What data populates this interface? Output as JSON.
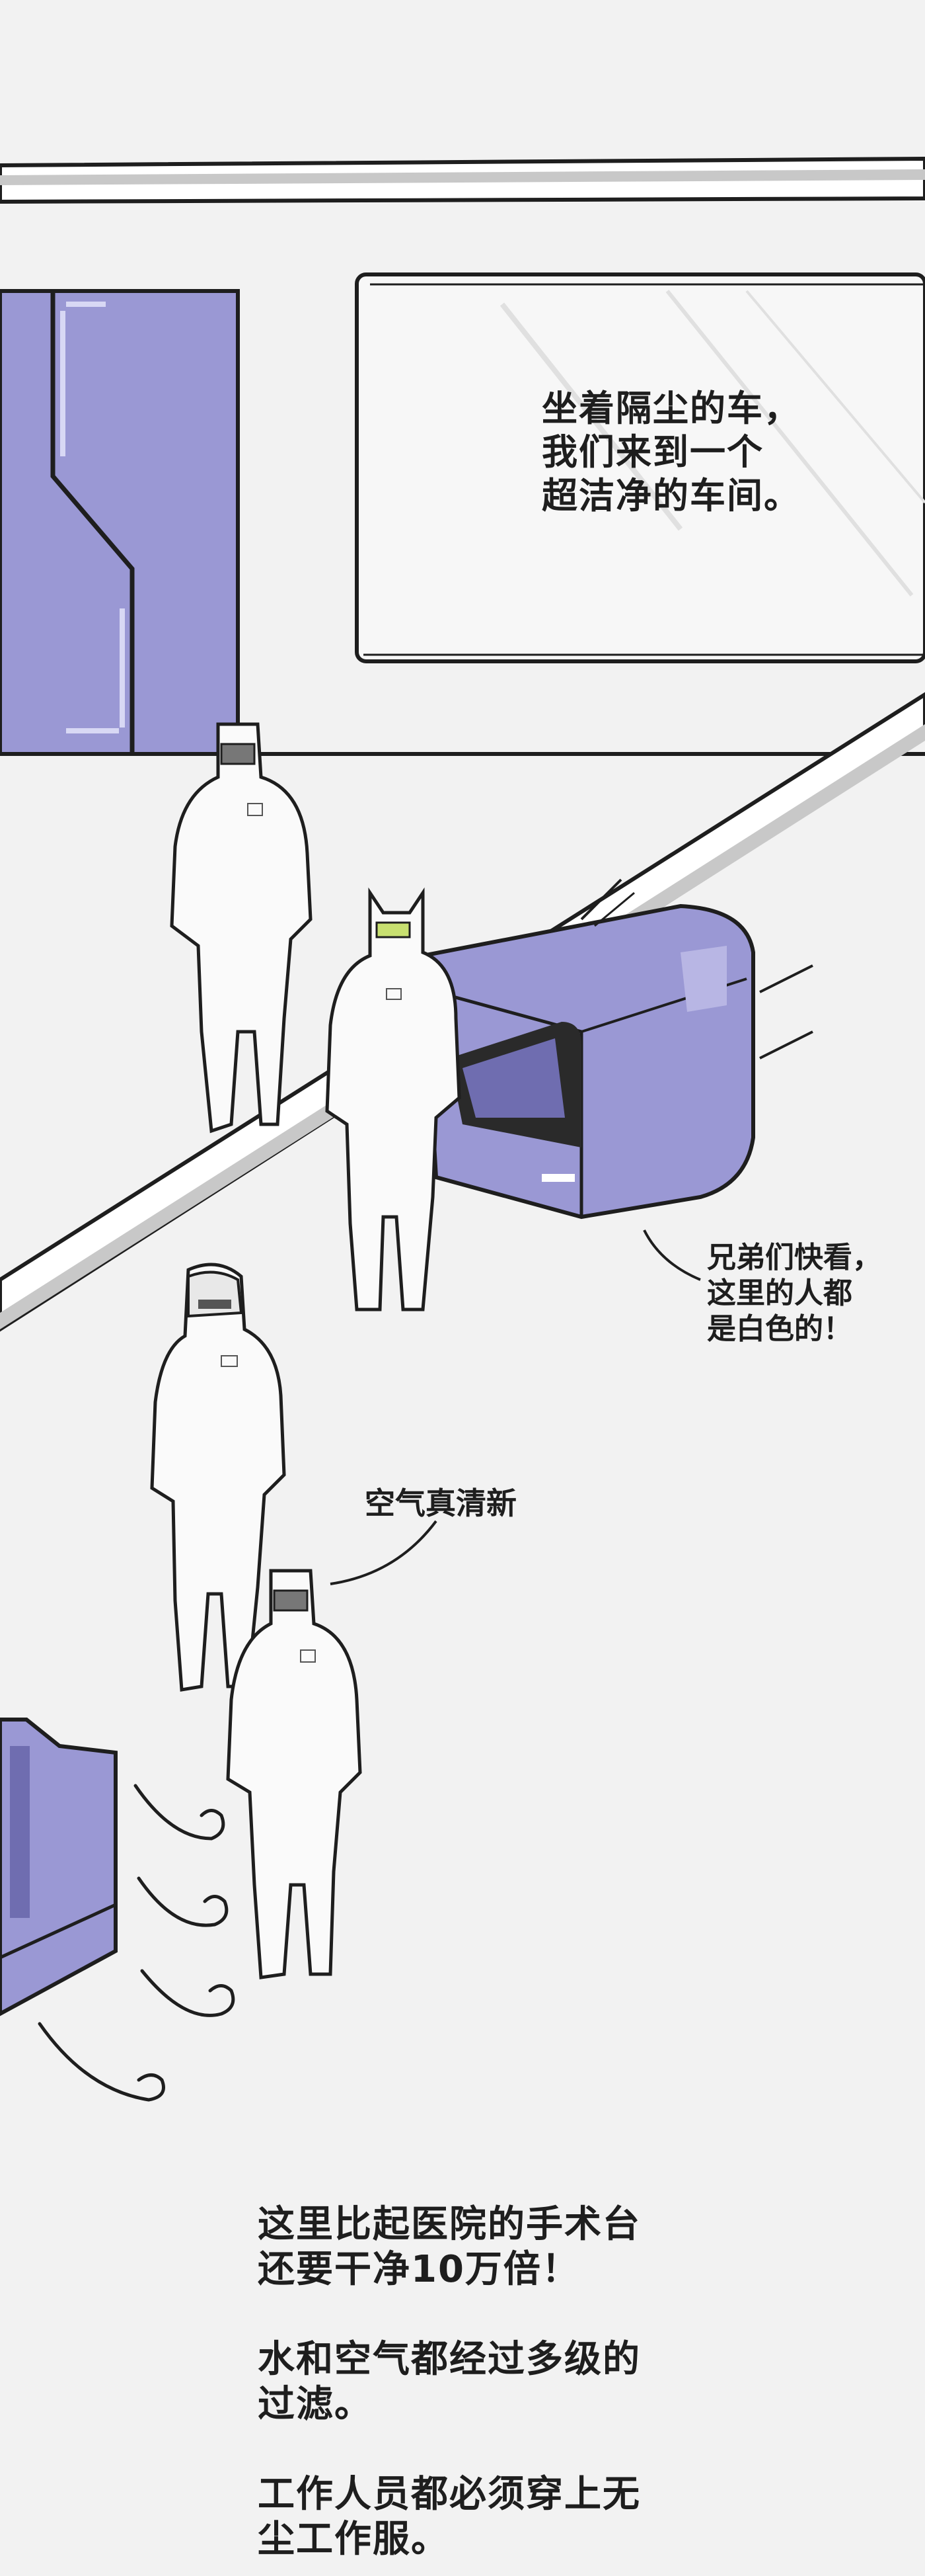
{
  "captions": {
    "top": [
      "坐着隔尘的车，",
      "我们来到一个",
      "超洁净的车间。"
    ],
    "siblings": [
      "兄弟们快看，",
      "这里的人都",
      "是白色的！"
    ],
    "air": "空气真清新",
    "bottom": [
      "这里比起医院的手术台",
      "还要干净10万倍！",
      "水和空气都经过多级的",
      "过滤。",
      "工作人员都必须穿上无",
      "尘工作服。"
    ]
  },
  "colors": {
    "background": "#f2f2f2",
    "ink": "#1e1e1e",
    "vehicle_purple": "#9a98d4",
    "vehicle_dark": "#6f6db0",
    "suit_white": "#fafafa",
    "rail_gray": "#c8c8c8"
  },
  "figures": [
    "cleanroom-worker",
    "cat-eared-worker",
    "trooper-helmet-worker",
    "cleanroom-worker"
  ],
  "icons": [
    "cleanroom-vehicle-icon",
    "air-vent-icon",
    "wind-swirl-icon"
  ]
}
